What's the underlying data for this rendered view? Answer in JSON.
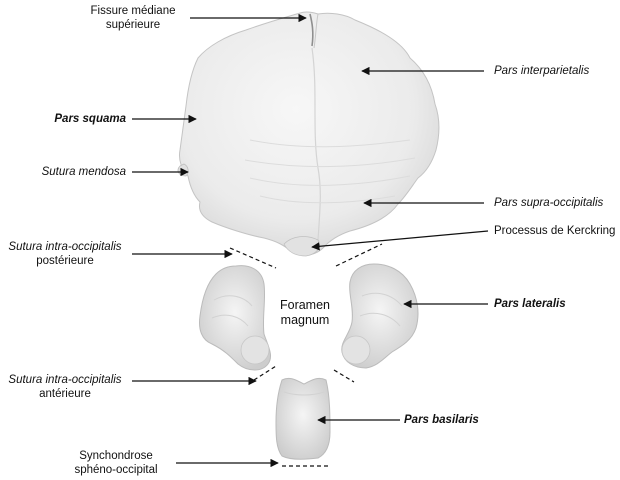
{
  "labels": {
    "fissure": [
      "Fissure médiane",
      "supérieure"
    ],
    "pars_interparietalis": "Pars interparietalis",
    "pars_squama": "Pars squama",
    "sutura_mendosa": "Sutura mendosa",
    "pars_supra_occipitalis": "Pars supra-occipitalis",
    "processus_kerckring": "Processus de Kerckring",
    "sutura_intra_post": [
      "Sutura intra-occipitalis",
      "postérieure"
    ],
    "foramen_magnum": [
      "Foramen",
      "magnum"
    ],
    "pars_lateralis": "Pars lateralis",
    "sutura_intra_ant": [
      "Sutura intra-occipitalis",
      "antérieure"
    ],
    "pars_basilaris": "Pars basilaris",
    "synchondrose": [
      "Synchondrose",
      "sphéno-occipital"
    ]
  },
  "colors": {
    "bone_fill": "#ececec",
    "bone_stroke": "#bdbdbd",
    "bone_shadow": "#cfcfcf",
    "line": "#111111"
  }
}
